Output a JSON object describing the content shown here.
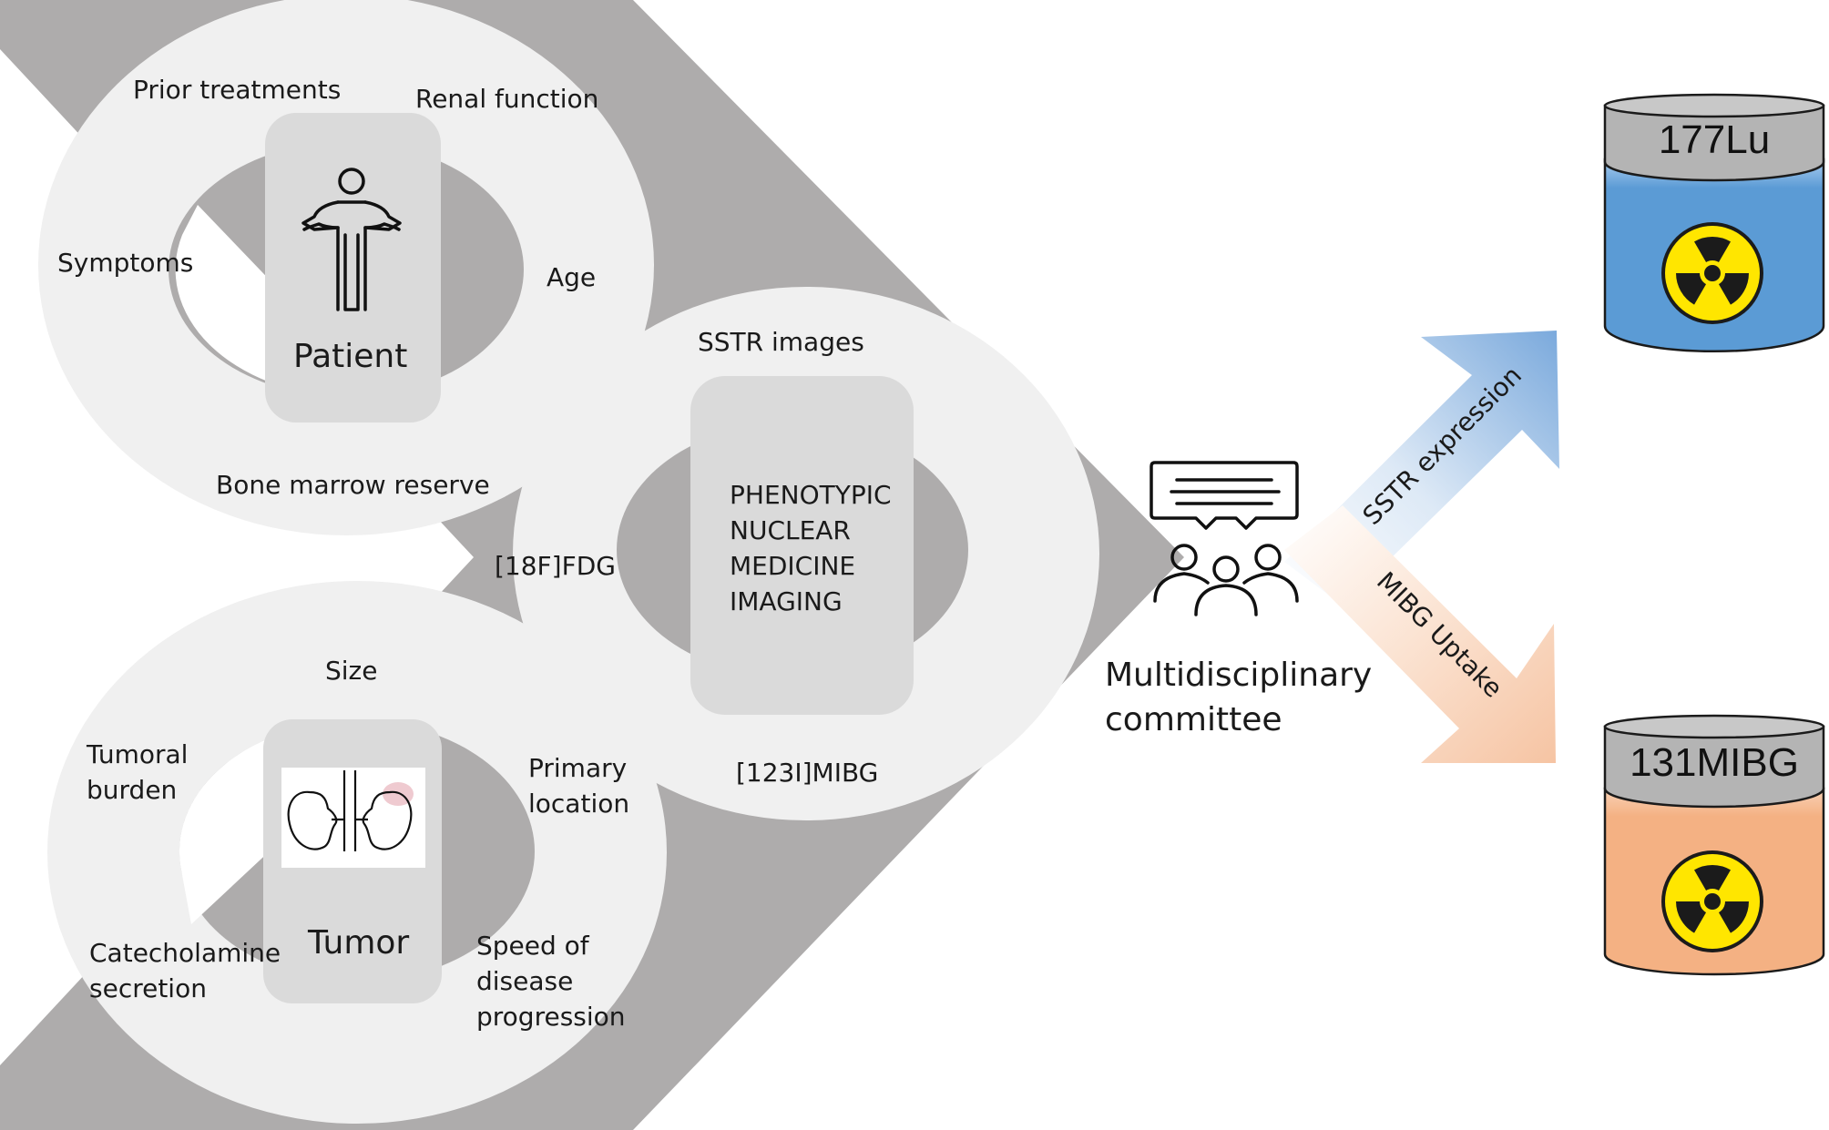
{
  "patient": {
    "title": "Patient",
    "factors": {
      "prior_treatments": "Prior treatments",
      "renal_function": "Renal function",
      "symptoms": "Symptoms",
      "age": "Age",
      "bone_marrow": "Bone marrow reserve"
    }
  },
  "imaging": {
    "title_lines": [
      "PHENOTYPIC",
      "NUCLEAR",
      "MEDICINE",
      "IMAGING"
    ],
    "sstr": "SSTR images",
    "fdg": "[18F]FDG",
    "mibg": "[123I]MIBG"
  },
  "tumor": {
    "title": "Tumor",
    "factors": {
      "size": "Size",
      "burden_1": "Tumoral",
      "burden_2": "burden",
      "primary_1": "Primary",
      "primary_2": "location",
      "catechol_1": "Catecholamine",
      "catechol_2": "secretion",
      "speed_1": "Speed of",
      "speed_2": "disease",
      "speed_3": "progression"
    }
  },
  "committee": {
    "line1": "Multidisciplinary",
    "line2": "committee"
  },
  "arrows": {
    "up": "SSTR expression",
    "down": "MIBG Uptake"
  },
  "jars": {
    "top": "177Lu",
    "bottom": "131MIBG"
  },
  "icons": [
    "person-icon",
    "kidney-icon",
    "meeting-icon",
    "radiation-icon"
  ],
  "colors": {
    "chevron": "#aeacac",
    "ring": "#f0f0f0",
    "card": "#dadada",
    "lu_blue": "#5b9bd5",
    "mibg_orange": "#f4b183",
    "jar_lid": "#b4b4b4",
    "trefoil": "#ffe600"
  }
}
